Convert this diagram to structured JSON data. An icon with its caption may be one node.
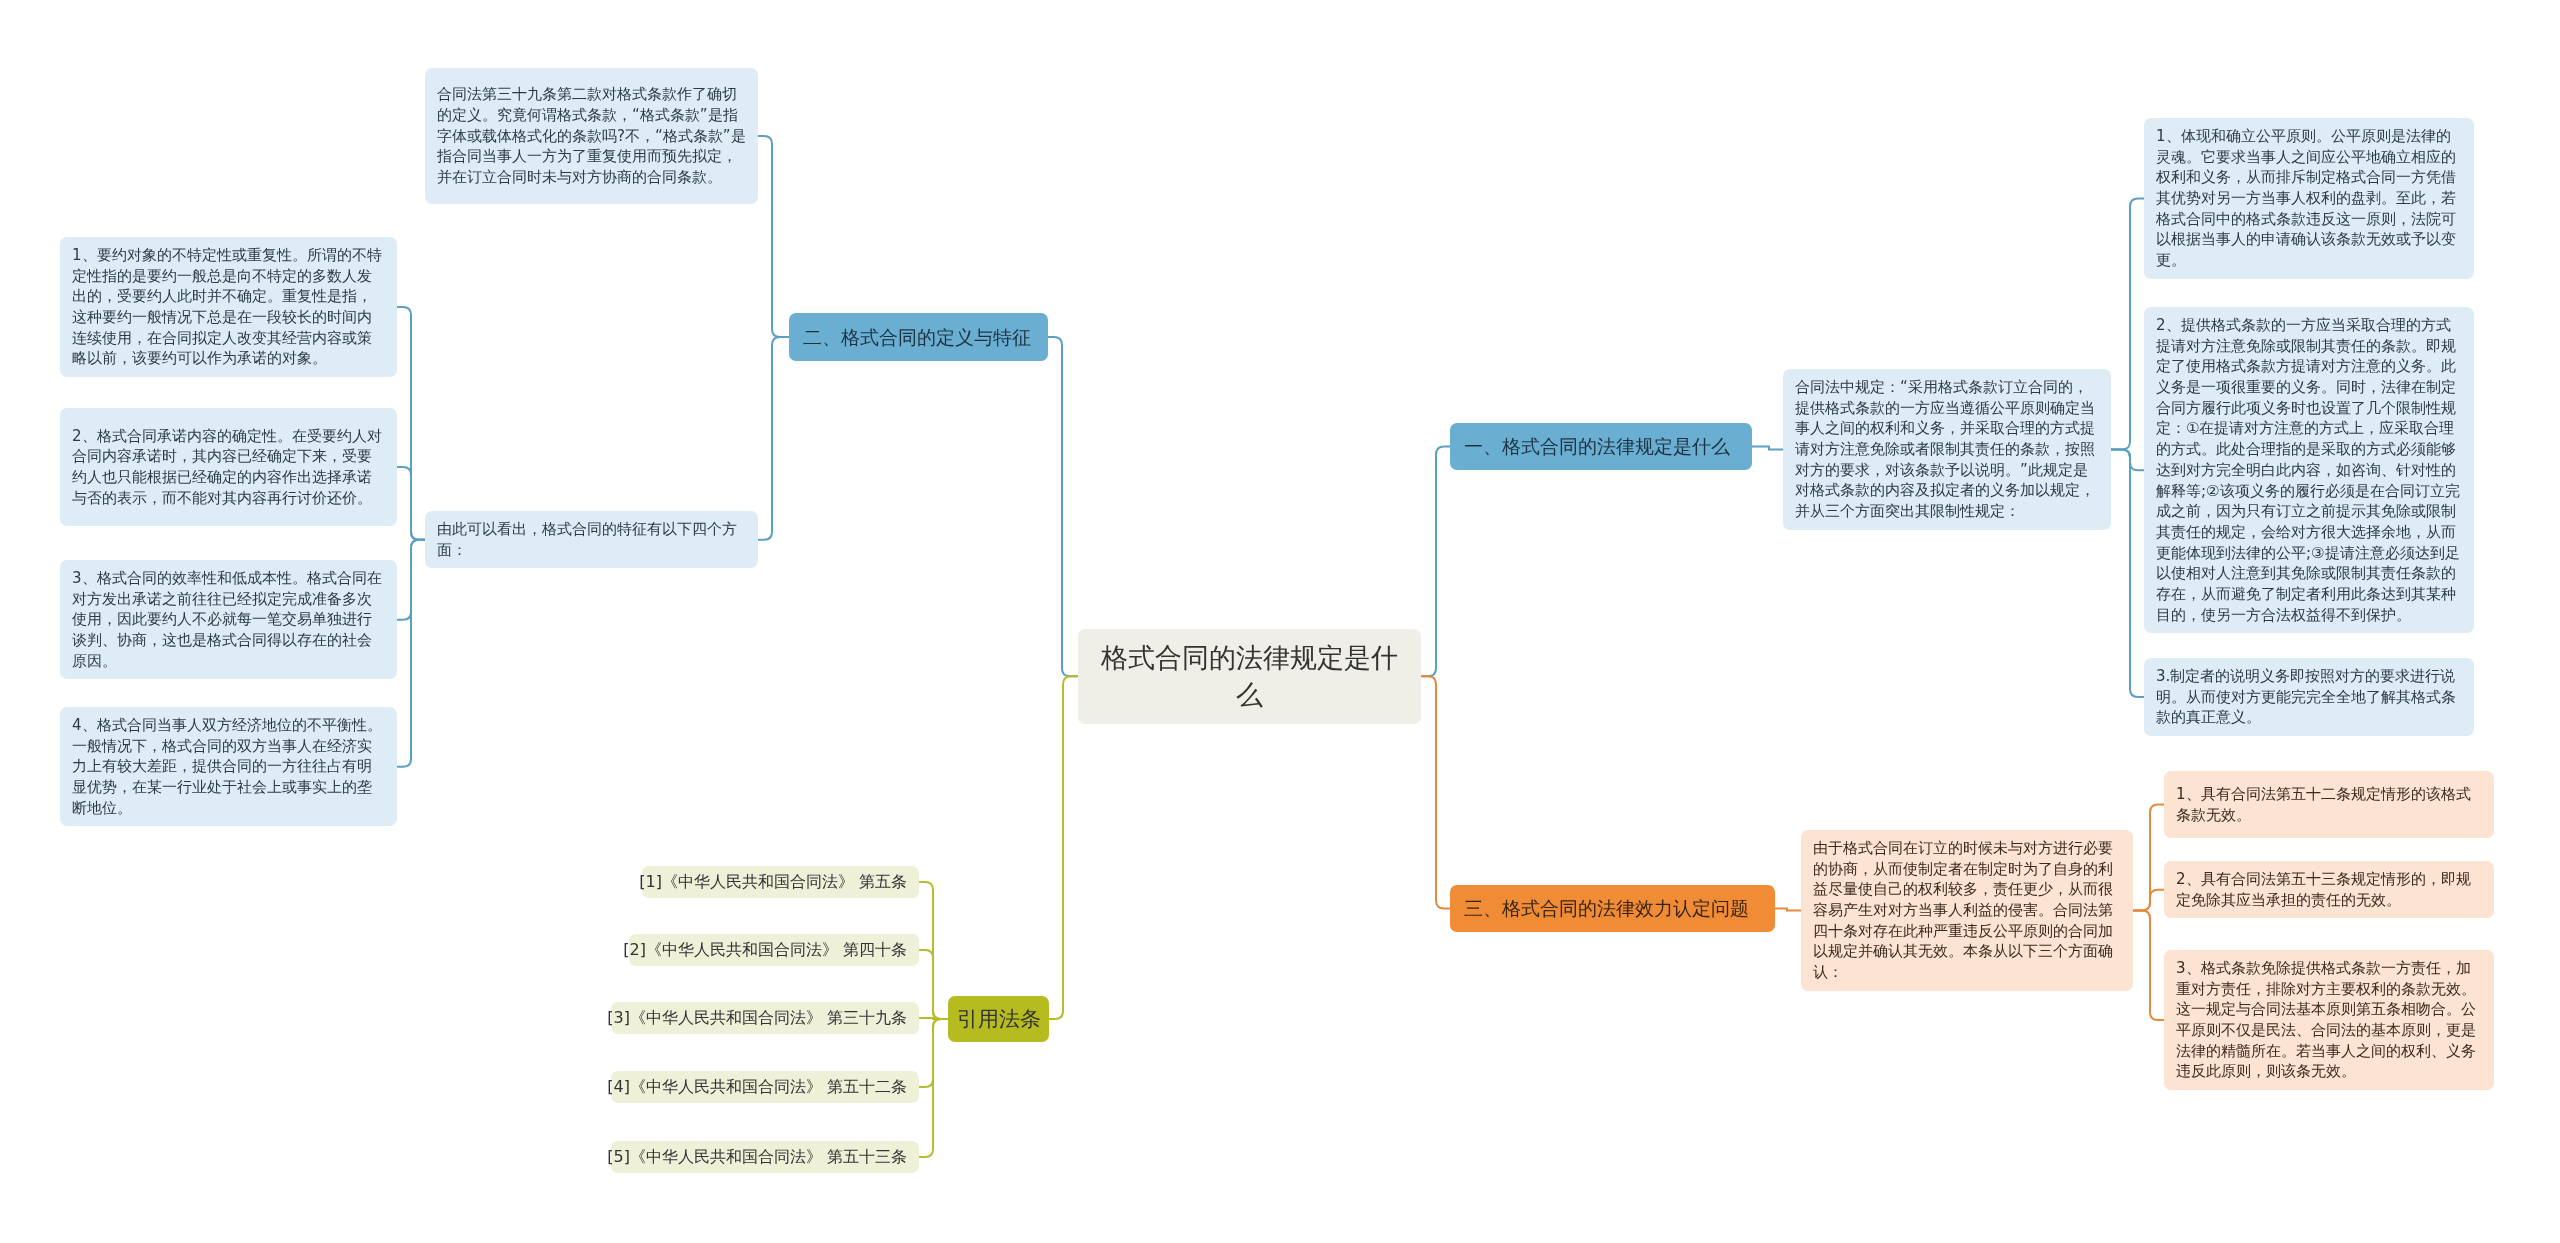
{
  "diagram": {
    "nodes": [
      {
        "text": [
          "格式合同的法律规定是什么"
        ]
      },
      {
        "text": [
          "一、格式合同的法律规定是什么"
        ]
      },
      {
        "text": [
          "合同法中规定：“采用格式条款订立合同的，提供格式条款的一方应当遵循公平原则确定当事人之间的权利和义务，并采取合理的方式提请对方注意免除或者限制其责任的条款，按照对方的要求，对该条款予以说明。”此规定是对格式条款的内容及拟定者的义务加以规定，并从三个方面突出其限制性规定："
        ]
      },
      {
        "text": [
          "1、体现和确立公平原则。公平原则是法律的灵魂。它要求当事人之间应公平地确立相应的权利和义务，从而排斥制定格式合同一方凭借其优势对另一方当事人权利的盘剥。至此，若格式合同中的格式条款违反这一原则，法院可以根据当事人的申请确认该条款无效或予以变更。"
        ]
      },
      {
        "text": [
          "2、提供格式条款的一方应当采取合理的方式提请对方注意免除或限制其责任的条款。即规定了使用格式条款方提请对方注意的义务。此义务是一项很重要的义务。同时，法律在制定合同方履行此项义务时也设置了几个限制性规定：①在提请对方注意的方式上，应采取合理的方式。此处合理指的是采取的方式必须能够达到对方完全明白此内容，如咨询、针对性的解释等;②该项义务的履行必须是在合同订立完成之前，因为只有订立之前提示其免除或限制其责任的规定，会给对方很大选择余地，从而更能体现到法律的公平;③提请注意必须达到足以使相对人注意到其免除或限制其责任条款的存在，从而避免了制定者利用此条达到其某种目的，使另一方合法权益得不到保护。"
        ]
      },
      {
        "text": [
          "3.制定者的说明义务即按照对方的要求进行说明。从而使对方更能完完全全地了解其格式条款的真正意义。"
        ]
      },
      {
        "text": [
          "三、格式合同的法律效力认定问题"
        ]
      },
      {
        "text": [
          "由于格式合同在订立的时候未与对方进行必要的协商，从而使制定者在制定时为了自身的利益尽量使自己的权利较多，责任更少，从而很容易产生对对方当事人利益的侵害。合同法第四十条对存在此种严重违反公平原则的合同加以规定并确认其无效。本条从以下三个方面确认："
        ]
      },
      {
        "text": [
          "1、具有合同法第五十二条规定情形的该格式条款无效。"
        ]
      },
      {
        "text": [
          "2、具有合同法第五十三条规定情形的，即规定免除其应当承担的责任的无效。"
        ]
      },
      {
        "text": [
          "3、格式条款免除提供格式条款一方责任，加重对方责任，排除对方主要权利的条款无效。这一规定与合同法基本原则第五条相吻合。公平原则不仅是民法、合同法的基本原则，更是法律的精髓所在。若当事人之间的权利、义务违反此原则，则该条无效。"
        ]
      },
      {
        "text": [
          "二、格式合同的定义与特征"
        ]
      },
      {
        "text": [
          "合同法第三十九条第二款对格式条款作了确切的定义。究竟何谓格式条款，“格式条款”是指字体或载体格式化的条款吗?不，“格式条款”是指合同当事人一方为了重复使用而预先拟定，并在订立合同时未与对方协商的合同条款。"
        ]
      },
      {
        "text": [
          "由此可以看出，格式合同的特征有以下四个方面："
        ]
      },
      {
        "text": [
          "1、要约对象的不特定性或重复性。所谓的不特定性指的是要约一般总是向不特定的多数人发出的，受要约人此时并不确定。重复性是指，这种要约一般情况下总是在一段较长的时间内连续使用，在合同拟定人改变其经营内容或策略以前，该要约可以作为承诺的对象。"
        ]
      },
      {
        "text": [
          "2、格式合同承诺内容的确定性。在受要约人对合同内容承诺时，其内容已经确定下来，受要约人也只能根据已经确定的内容作出选择承诺与否的表示，而不能对其内容再行讨价还价。"
        ]
      },
      {
        "text": [
          "3、格式合同的效率性和低成本性。格式合同在对方发出承诺之前往往已经拟定完成准备多次使用，因此要约人不必就每一笔交易单独进行谈判、协商，这也是格式合同得以存在的社会原因。"
        ]
      },
      {
        "text": [
          "4、格式合同当事人双方经济地位的不平衡性。一般情况下，格式合同的双方当事人在经济实力上有较大差距，提供合同的一方往往占有明显优势，在某一行业处于社会上或事实上的垄断地位。"
        ]
      },
      {
        "text": [
          "引用法条"
        ]
      },
      {
        "text": [
          "[1]《中华人民共和国合同法》 第五条"
        ]
      },
      {
        "text": [
          "[2]《中华人民共和国合同法》 第四十条"
        ]
      },
      {
        "text": [
          "[3]《中华人民共和国合同法》 第三十九条"
        ]
      },
      {
        "text": [
          "[4]《中华人民共和国合同法》 第五十二条"
        ]
      },
      {
        "text": [
          "[5]《中华人民共和国合同法》 第五十三条"
        ]
      }
    ],
    "edges": [
      {
        "from": 0,
        "to": 1,
        "arrow": "none"
      },
      {
        "from": 1,
        "to": 2,
        "arrow": "none"
      },
      {
        "from": 2,
        "to": 3,
        "arrow": "none"
      },
      {
        "from": 2,
        "to": 4,
        "arrow": "none"
      },
      {
        "from": 2,
        "to": 5,
        "arrow": "none"
      },
      {
        "from": 0,
        "to": 6,
        "arrow": "none",
        "color": "#e38a3c"
      },
      {
        "from": 6,
        "to": 7,
        "arrow": "none",
        "color": "#e38a3c"
      },
      {
        "from": 7,
        "to": 8,
        "arrow": "none",
        "color": "#e38a3c"
      },
      {
        "from": 7,
        "to": 9,
        "arrow": "none",
        "color": "#e38a3c"
      },
      {
        "from": 7,
        "to": 10,
        "arrow": "none",
        "color": "#e38a3c"
      },
      {
        "from": 0,
        "to": 11,
        "arrow": "none"
      },
      {
        "from": 11,
        "to": 12,
        "arrow": "none"
      },
      {
        "from": 11,
        "to": 13,
        "arrow": "none"
      },
      {
        "from": 13,
        "to": 14,
        "arrow": "none"
      },
      {
        "from": 13,
        "to": 15,
        "arrow": "none"
      },
      {
        "from": 13,
        "to": 16,
        "arrow": "none"
      },
      {
        "from": 13,
        "to": 17,
        "arrow": "none"
      },
      {
        "from": 0,
        "to": 18,
        "arrow": "none",
        "color": "#b7bc2c"
      },
      {
        "from": 18,
        "to": 19,
        "arrow": "none",
        "color": "#b7bc2c"
      },
      {
        "from": 18,
        "to": 20,
        "arrow": "none",
        "color": "#b7bc2c"
      },
      {
        "from": 18,
        "to": 21,
        "arrow": "none",
        "color": "#b7bc2c"
      },
      {
        "from": 18,
        "to": 22,
        "arrow": "none",
        "color": "#b7bc2c"
      },
      {
        "from": 18,
        "to": 23,
        "arrow": "none",
        "color": "#b7bc2c"
      }
    ]
  }
}
